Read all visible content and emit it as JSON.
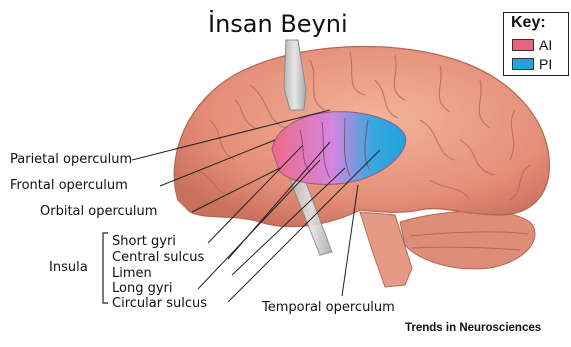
{
  "title": "İnsan Beyni",
  "key": {
    "title": "Key:",
    "items": [
      {
        "label": "AI",
        "color": "#e8657f"
      },
      {
        "label": "PI",
        "color": "#1fa3d9"
      }
    ]
  },
  "labels": {
    "parietal_operculum": "Parietal operculum",
    "frontal_operculum": "Frontal operculum",
    "orbital_operculum": "Orbital operculum",
    "insula": "Insula",
    "short_gyri": "Short gyri",
    "central_sulcus": "Central sulcus",
    "limen": "Limen",
    "long_gyri": "Long gyri",
    "circular_sulcus": "Circular sulcus",
    "temporal_operculum": "Temporal operculum"
  },
  "credit": "Trends in Neurosciences"
}
